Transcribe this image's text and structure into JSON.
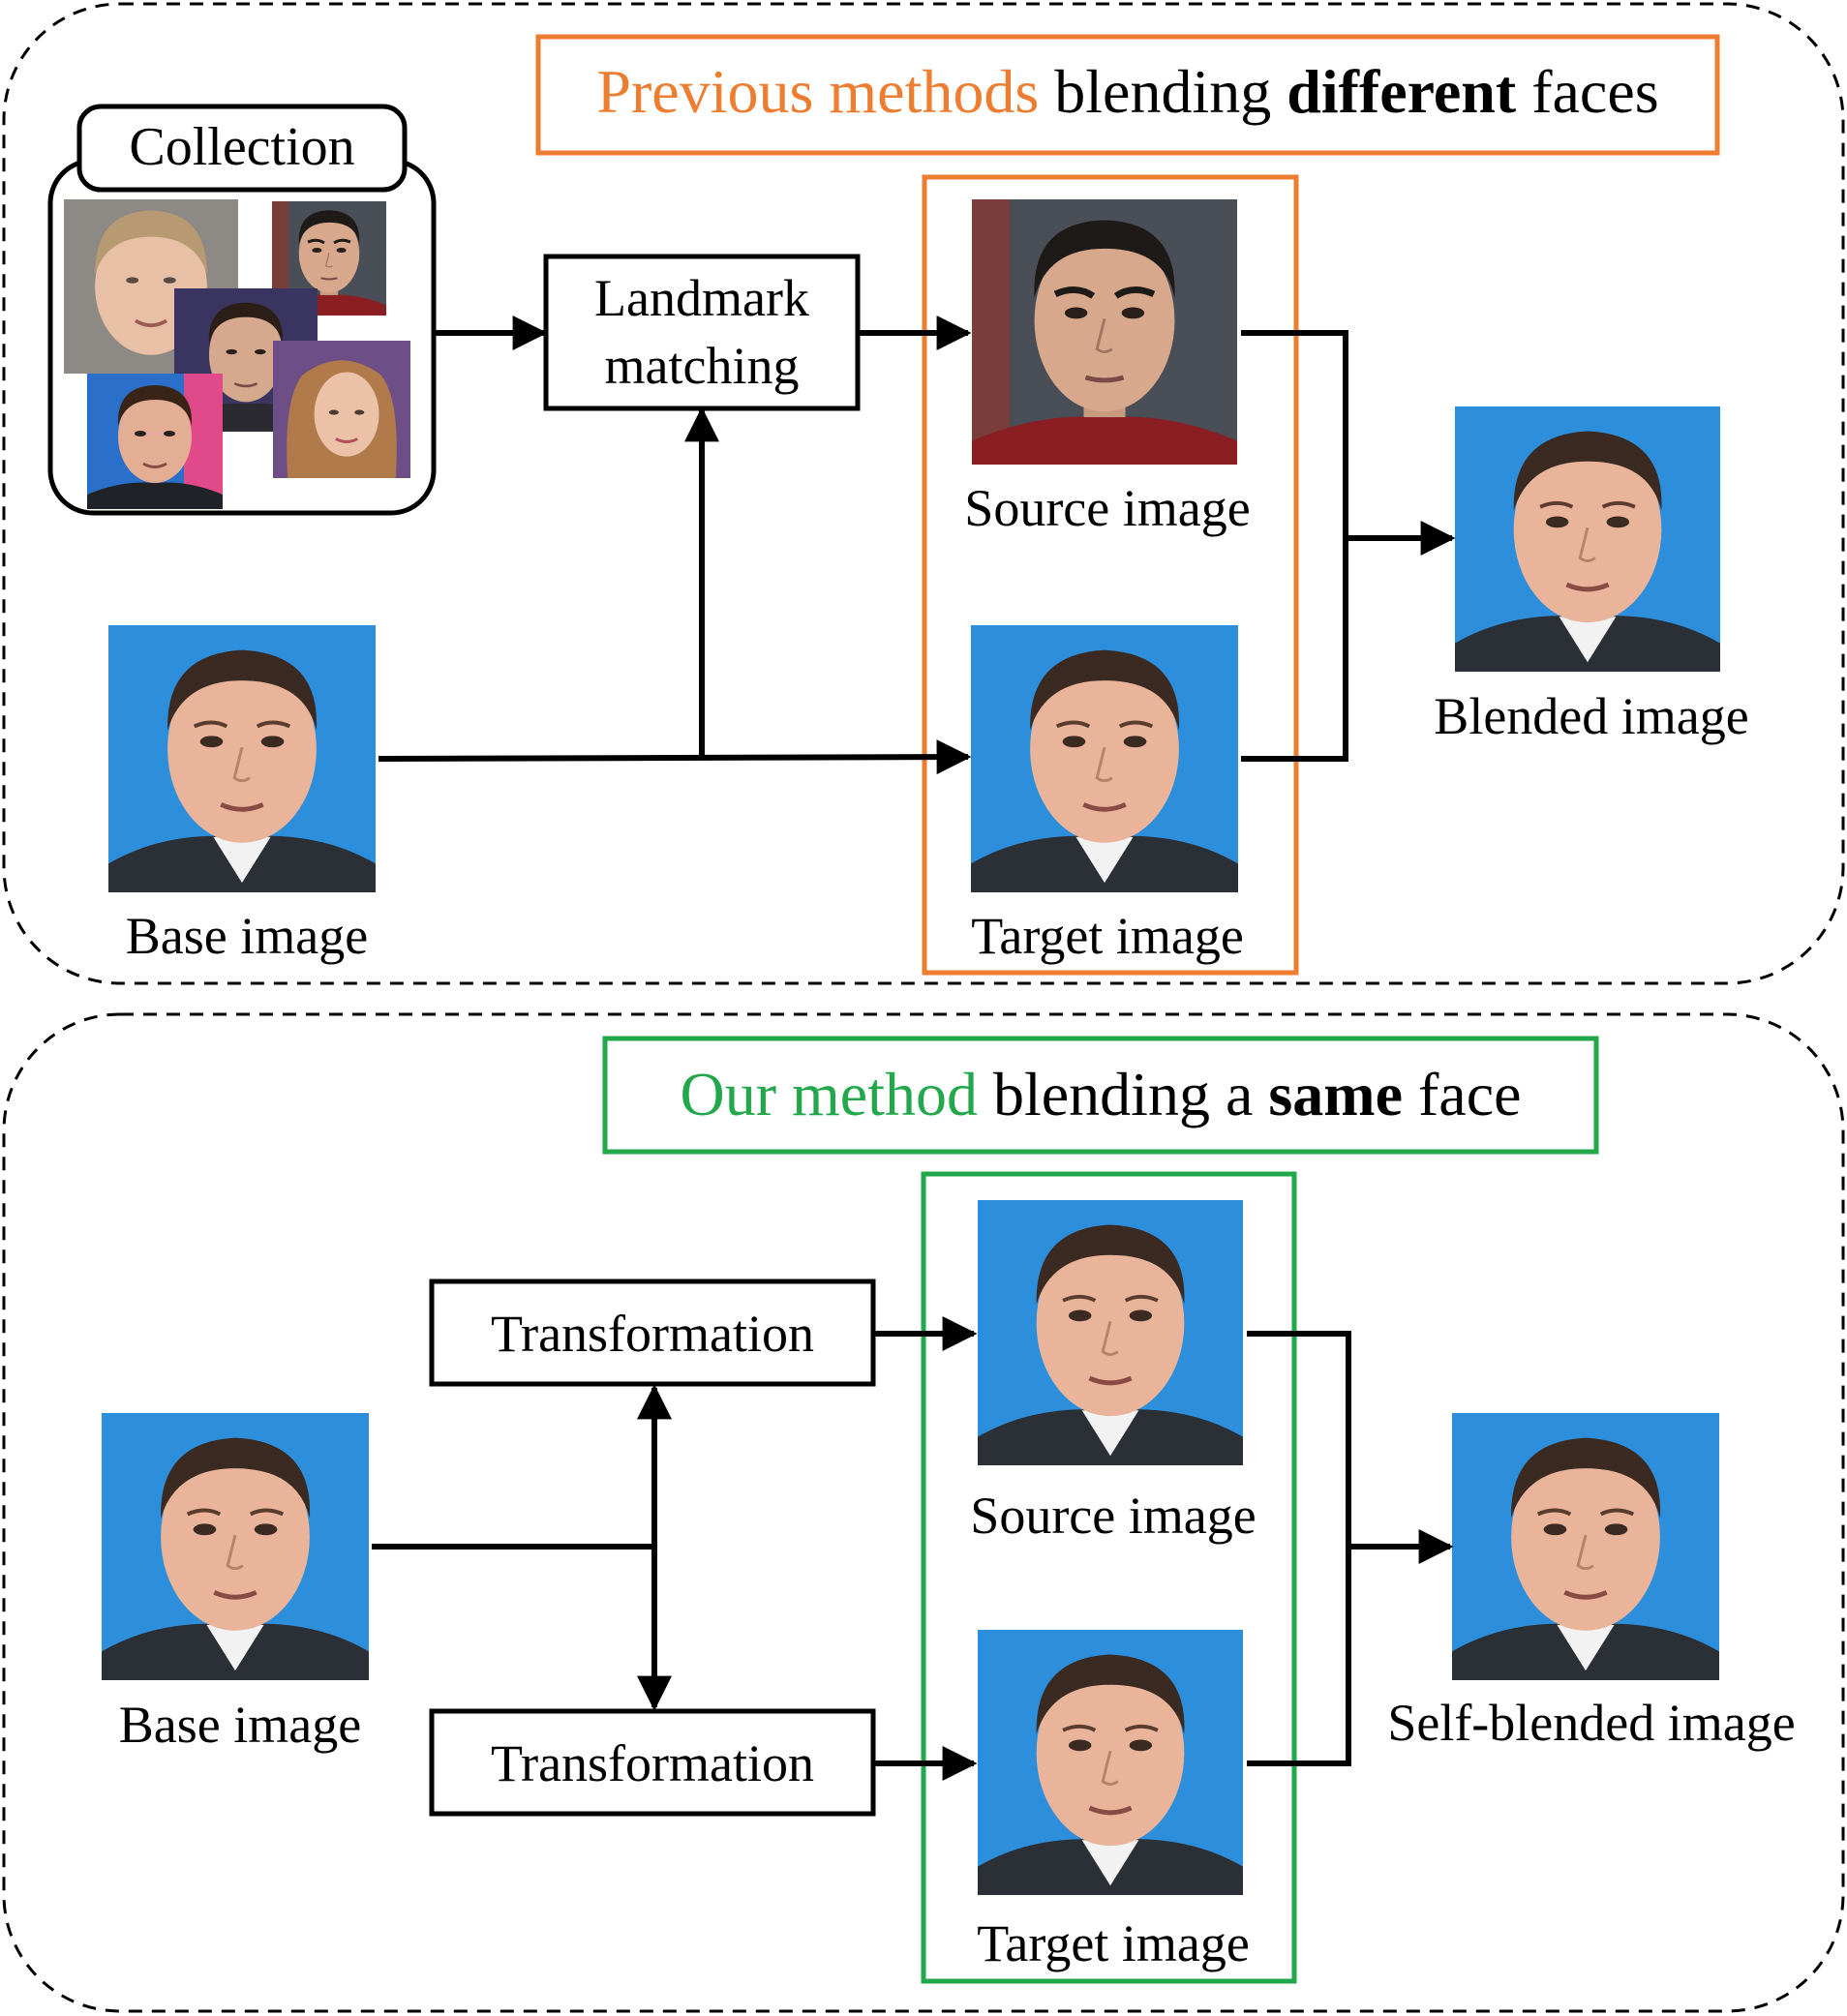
{
  "colors": {
    "previous": "#ED7D31",
    "ours": "#22A84A",
    "ink": "#000000",
    "photo_bg": "#2D8FDB",
    "skin": "#E9B49A",
    "hair": "#3A2A22",
    "suit": "#2B2F36"
  },
  "top_panel": {
    "title": {
      "colored": "Previous methods",
      "middle": " blending ",
      "bold": "different",
      "end": " faces"
    },
    "collection_label": "Collection",
    "landmark_line1": "Landmark",
    "landmark_line2": "matching",
    "source_label": "Source image",
    "target_label": "Target image",
    "base_label": "Base image",
    "output_label": "Blended image"
  },
  "bottom_panel": {
    "title": {
      "colored": "Our method",
      "middle": " blending a ",
      "bold": "same",
      "end": " face"
    },
    "transform_top": "Transformation",
    "transform_bottom": "Transformation",
    "source_label": "Source image",
    "target_label": "Target image",
    "base_label": "Base image",
    "output_label": "Self-blended image"
  }
}
